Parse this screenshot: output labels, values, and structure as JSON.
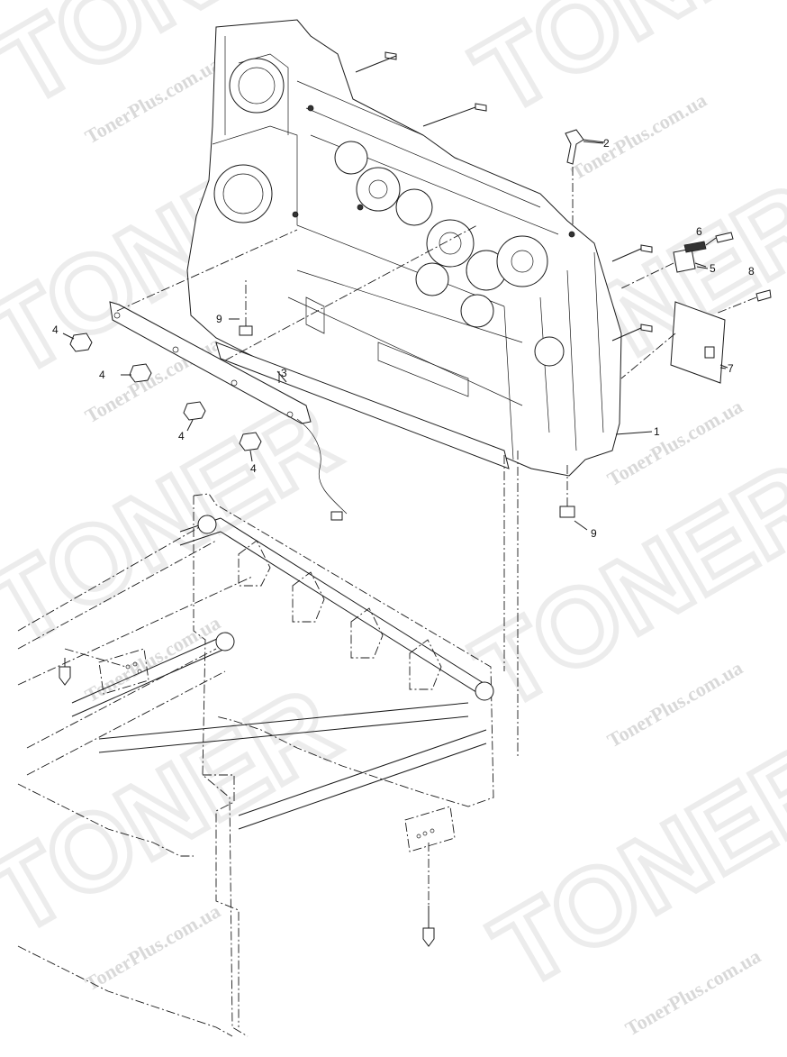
{
  "watermark": {
    "brand_big": "TONER",
    "brand_text": "TonerPlus.com.ua"
  },
  "callouts": [
    {
      "id": "1",
      "label": "1"
    },
    {
      "id": "2",
      "label": "2"
    },
    {
      "id": "3",
      "label": "3"
    },
    {
      "id": "4a",
      "label": "4"
    },
    {
      "id": "4b",
      "label": "4"
    },
    {
      "id": "4c",
      "label": "4"
    },
    {
      "id": "4d",
      "label": "4"
    },
    {
      "id": "5",
      "label": "5"
    },
    {
      "id": "6",
      "label": "6"
    },
    {
      "id": "7",
      "label": "7"
    },
    {
      "id": "8",
      "label": "8"
    },
    {
      "id": "9a",
      "label": "9"
    },
    {
      "id": "9b",
      "label": "9"
    }
  ]
}
